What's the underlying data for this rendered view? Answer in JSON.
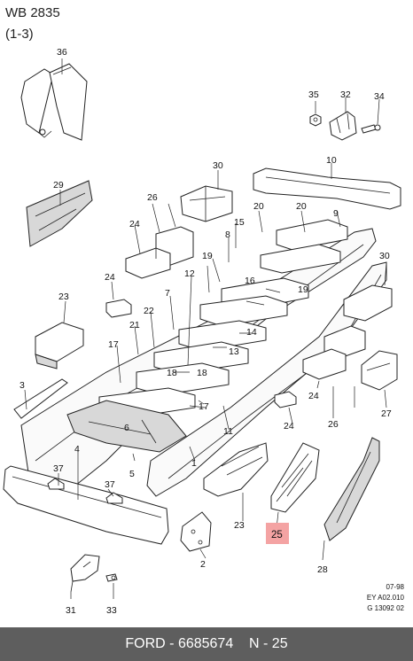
{
  "header": {
    "title": "WB 2835",
    "subtitle": "(1-3)"
  },
  "highlight": {
    "label": "25",
    "color": "#f4a3a3"
  },
  "labels": {
    "l1": "1",
    "l2": "2",
    "l3": "3",
    "l4": "4",
    "l5": "5",
    "l6": "6",
    "l7": "7",
    "l8": "8",
    "l9": "9",
    "l10": "10",
    "l11": "11",
    "l12": "12",
    "l13": "13",
    "l14": "14",
    "l15": "15",
    "l16": "16",
    "l17a": "17",
    "l17b": "17",
    "l18a": "18",
    "l18b": "18",
    "l19a": "19",
    "l19b": "19",
    "l20a": "20",
    "l20b": "20",
    "l21": "21",
    "l22": "22",
    "l23a": "23",
    "l23b": "23",
    "l24a": "24",
    "l24b": "24",
    "l24c": "24",
    "l24d": "24",
    "l26a": "26",
    "l26b": "26",
    "l27": "27",
    "l28": "28",
    "l29": "29",
    "l30a": "30",
    "l30b": "30",
    "l31": "31",
    "l32": "32",
    "l33": "33",
    "l34": "34",
    "l35": "35",
    "l36": "36",
    "l37a": "37",
    "l37b": "37"
  },
  "stamp": {
    "line1": "07-98",
    "line2": "EY A02.010",
    "line3": "G 13092 02"
  },
  "footer": {
    "brand": "FORD",
    "part_number": "6685674",
    "ref": "N - 25"
  }
}
